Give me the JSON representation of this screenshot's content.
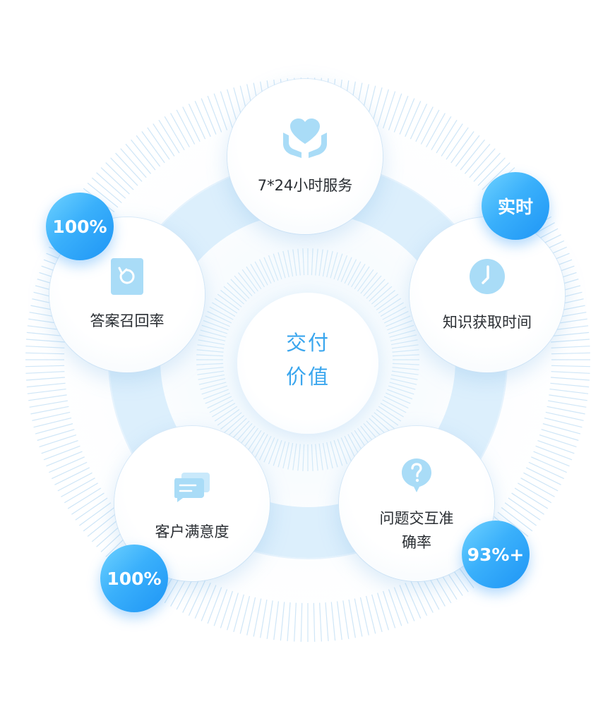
{
  "center": {
    "line1": "交付",
    "line2": "价值"
  },
  "nodes": [
    {
      "label": "7*24小时服务",
      "icon": "heart-hands-icon"
    },
    {
      "label": "知识获取时间",
      "icon": "clock-icon",
      "badge": "实时"
    },
    {
      "label_line1": "问题交互准",
      "label_line2": "确率",
      "icon": "question-bubble-icon",
      "badge": "93%+"
    },
    {
      "label": "客户满意度",
      "icon": "chat-bubbles-icon",
      "badge": "100%"
    },
    {
      "label": "答案召回率",
      "icon": "refresh-document-icon",
      "badge": "100%"
    }
  ],
  "colors": {
    "accent": "#3aa6ee",
    "badge_from": "#6fd2ff",
    "badge_to": "#1e95f5",
    "ring": "#d6ecfb",
    "icon": "#a9dcf7"
  }
}
